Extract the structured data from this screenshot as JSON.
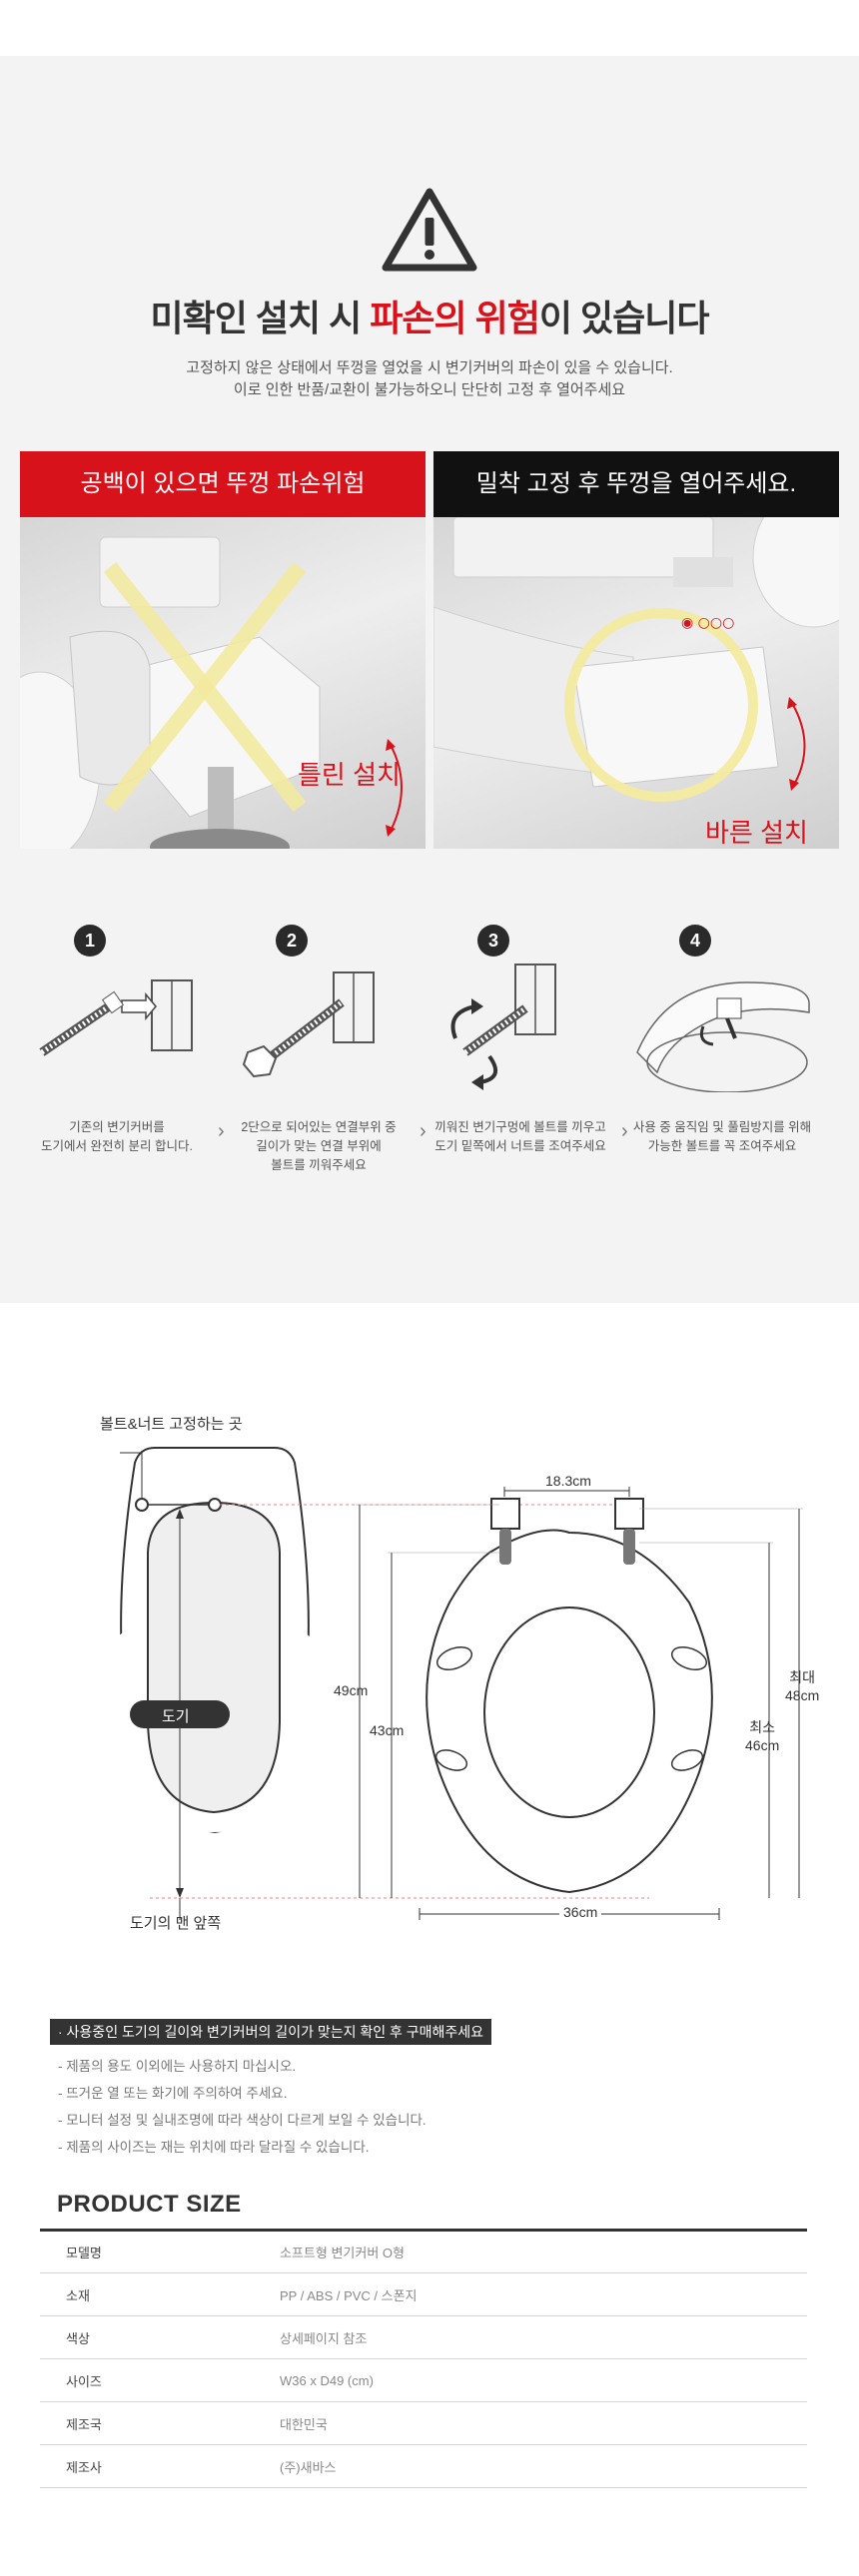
{
  "warning": {
    "title_pre": "미확인 설치 시 ",
    "title_emph": "파손의 위험",
    "title_post": "이 있습니다",
    "desc_line1": "고정하지 않은 상태에서 뚜껑을 열었을 시 변기커버의 파손이 있을 수 있습니다.",
    "desc_line2": "이로 인한 반품/교환이 불가능하오니 단단히 고정 후 열어주세요"
  },
  "compare": {
    "bad_banner": "공백이 있으면 뚜껑 파손위험",
    "bad_label": "틀린 설치",
    "good_banner": "밀착 고정 후 뚜껑을 열어주세요.",
    "good_label": "바른 설치"
  },
  "steps": [
    {
      "num": "1",
      "line1": "기존의 변기커버를",
      "line2": "도기에서 완전히 분리 합니다.",
      "line3": ""
    },
    {
      "num": "2",
      "line1": "2단으로 되어있는 연결부위 중",
      "line2": "길이가 맞는 연결 부위에",
      "line3": "볼트를 끼워주세요"
    },
    {
      "num": "3",
      "line1": "끼워진 변기구멍에 볼트를 끼우고",
      "line2": "도기 밑쪽에서 너트를 조여주세요",
      "line3": ""
    },
    {
      "num": "4",
      "line1": "사용 중 움직임 및 풀림방지를 위해",
      "line2": "가능한 볼트를 꼭 조여주세요",
      "line3": ""
    }
  ],
  "diagram": {
    "bolt_label": "볼트&너트 고정하는 곳",
    "bowl_label": "도기",
    "front_label": "도기의 맨 앞쪽",
    "dim_width_top": "18.3cm",
    "dim_len": "49cm",
    "dim_inner": "43cm",
    "dim_max_l1": "최대",
    "dim_max_l2": "48cm",
    "dim_min_l1": "최소",
    "dim_min_l2": "46cm",
    "dim_width": "36cm"
  },
  "notes": {
    "title": "· 사용중인 도기의 길이와 변기커버의 길이가 맞는지 확인 후 구매해주세요",
    "items": [
      "- 제품의 용도 이외에는 사용하지 마십시오.",
      "- 뜨거운 열 또는 화기에 주의하여 주세요.",
      "- 모니터 설정 및 실내조명에 따라 색상이 다르게 보일 수 있습니다.",
      "- 제품의 사이즈는 재는 위치에 따라 달라질 수 있습니다."
    ]
  },
  "product_size": {
    "title": "PRODUCT SIZE",
    "rows": [
      {
        "key": "모델명",
        "value": "소프트형 변기커버 O형"
      },
      {
        "key": "소재",
        "value": "PP / ABS / PVC / 스폰지"
      },
      {
        "key": "색상",
        "value": "상세페이지 참조"
      },
      {
        "key": "사이즈",
        "value": "W36 x D49 (cm)"
      },
      {
        "key": "제조국",
        "value": "대한민국"
      },
      {
        "key": "제조사",
        "value": "(주)새바스"
      }
    ]
  }
}
